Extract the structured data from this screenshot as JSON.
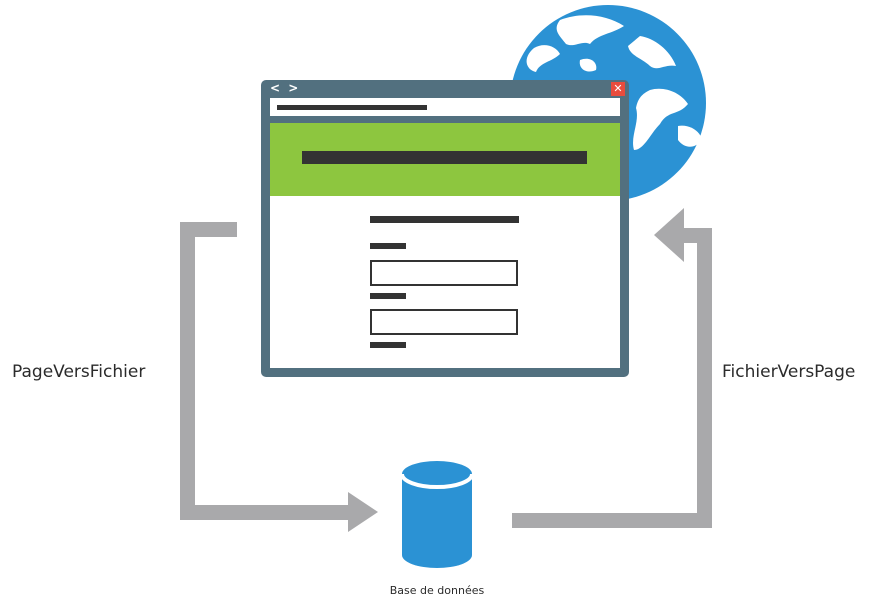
{
  "browser": {
    "nav_arrows": "< >",
    "close_glyph": "✕"
  },
  "arrows": {
    "left_label": "PageVersFichier",
    "right_label": "FichierVersPage"
  },
  "database": {
    "label": "Base de données"
  },
  "colors": {
    "browser_frame": "#52707f",
    "hero_green": "#8dc63f",
    "database_blue": "#2b92d4",
    "globe_blue": "#2b92d4",
    "arrow_gray": "#a9a9ab",
    "close_red": "#e84c3d",
    "placeholder_dark": "#333333"
  },
  "icons": [
    "globe-icon",
    "database-icon",
    "close-icon",
    "arrow-icon"
  ]
}
